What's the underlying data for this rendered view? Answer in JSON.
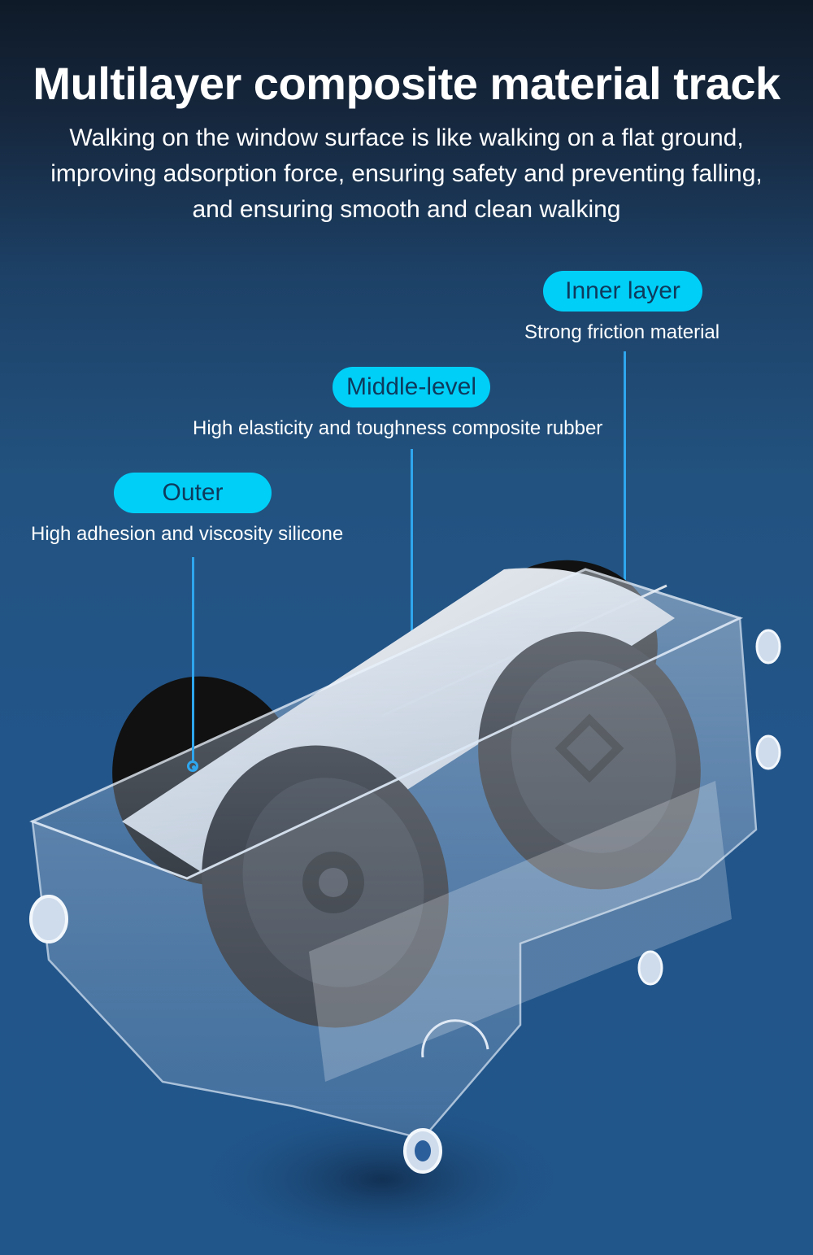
{
  "header": {
    "title": "Multilayer composite material track",
    "subtitle_lines": [
      "Walking on the window surface is like walking on a flat ground,",
      "improving adsorption force, ensuring safety and preventing falling,",
      "and ensuring smooth and clean walking"
    ]
  },
  "callouts": [
    {
      "label": "Inner layer",
      "description": "Strong friction material"
    },
    {
      "label": "Middle-level",
      "description": "High elasticity and toughness composite rubber"
    },
    {
      "label": "Outer",
      "description": "High adhesion and viscosity silicone"
    }
  ],
  "colors": {
    "pill_bg": "#00cff8",
    "pill_text": "#0e3a5c",
    "leader_line": "#2ea6ee",
    "background_top": "#0f1a28",
    "background_bottom": "#21568b"
  },
  "image": {
    "subject": "transparent crawler track module with two black wheels and white toothed belt"
  }
}
